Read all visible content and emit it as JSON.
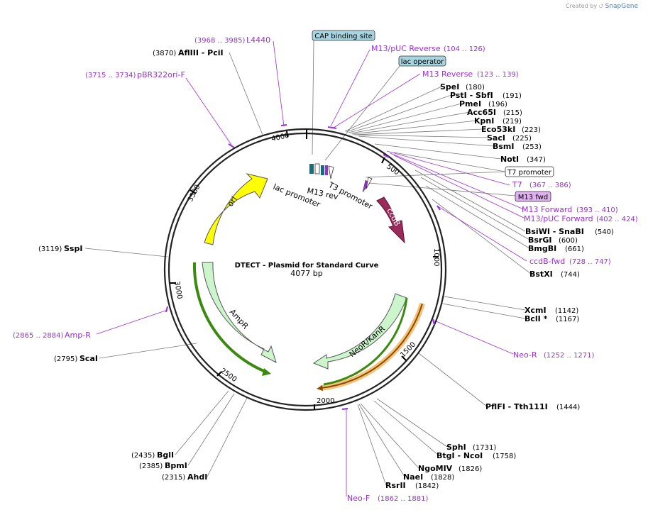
{
  "credit": {
    "created_by": "Created by",
    "brand": "SnapGene"
  },
  "plasmid": {
    "name": "DTECT - Plasmid for Standard Curve",
    "length": "4077 bp"
  },
  "ticks": [
    "500",
    "1000",
    "1500",
    "2000",
    "2500",
    "3000",
    "3500",
    "4000"
  ],
  "features": {
    "ori": "ori",
    "lac_promoter": "lac promoter",
    "m13_rev": "M13 rev",
    "t3_promoter": "T3 promoter",
    "ccdB": "ccdB",
    "ampR": "AmpR",
    "neoR": "NeoR/KanR"
  },
  "boxed": {
    "cap": "CAP binding site",
    "lac_operator": "lac operator",
    "t7_promoter": "T7 promoter",
    "m13_fwd": "M13 fwd"
  },
  "sites": [
    {
      "name": "SpeI",
      "pos": "(180)"
    },
    {
      "name": "PstI  - SbfI",
      "pos": "(191)"
    },
    {
      "name": "PmeI",
      "pos": "(196)"
    },
    {
      "name": "Acc65I",
      "pos": "(215)"
    },
    {
      "name": "KpnI",
      "pos": "(219)"
    },
    {
      "name": "Eco53kI",
      "pos": "(223)"
    },
    {
      "name": "SacI",
      "pos": "(225)"
    },
    {
      "name": "BsmI",
      "pos": "(253)"
    },
    {
      "name": "NotI",
      "pos": "(347)"
    },
    {
      "name": "BsiWI  - SnaBI",
      "pos": "(540)"
    },
    {
      "name": "BsrGI",
      "pos": "(600)"
    },
    {
      "name": "BmgBI",
      "pos": "(661)"
    },
    {
      "name": "BstXI",
      "pos": "(744)"
    },
    {
      "name": "XcmI",
      "pos": "(1142)"
    },
    {
      "name": "BclI *",
      "pos": "(1167)"
    },
    {
      "name": "PflFI  - Tth111I",
      "pos": "(1444)"
    },
    {
      "name": "SphI",
      "pos": "(1731)"
    },
    {
      "name": "BtgI  - NcoI",
      "pos": "(1758)"
    },
    {
      "name": "NgoMIV",
      "pos": "(1826)"
    },
    {
      "name": "NaeI",
      "pos": "(1828)"
    },
    {
      "name": "RsrII",
      "pos": "(1842)"
    },
    {
      "name": "AhdI",
      "pos": "(2315)"
    },
    {
      "name": "BpmI",
      "pos": "(2385)"
    },
    {
      "name": "BglI",
      "pos": "(2435)"
    },
    {
      "name": "ScaI",
      "pos": "(2795)"
    },
    {
      "name": "SspI",
      "pos": "(3119)"
    },
    {
      "name": "AflIII  - PciI",
      "pos": "(3870)"
    }
  ],
  "primers": [
    {
      "name": "M13/pUC Reverse",
      "pos": "(104 .. 126)"
    },
    {
      "name": "M13 Reverse",
      "pos": "(123 .. 139)"
    },
    {
      "name": "T7",
      "pos": "(367 .. 386)"
    },
    {
      "name": "M13 Forward",
      "pos": "(393 .. 410)"
    },
    {
      "name": "M13/pUC Forward",
      "pos": "(402 .. 424)"
    },
    {
      "name": "ccdB-fwd",
      "pos": "(728 .. 747)"
    },
    {
      "name": "Neo-R",
      "pos": "(1252 .. 1271)"
    },
    {
      "name": "Neo-F",
      "pos": "(1862 .. 1881)"
    },
    {
      "name": "Amp-R",
      "pos": "(2865 .. 2884)"
    },
    {
      "name": "pBR322ori-F",
      "pos": "(3715 .. 3734)"
    },
    {
      "name": "L4440",
      "pos": "(3968 .. 3985)"
    }
  ],
  "colors": {
    "backbone": "#222222",
    "primer": "#9a2fd6",
    "ori": "#ffff00",
    "ccdB": "#992a5a",
    "ampR": "#ccf5cc",
    "neoR": "#ccf5cc",
    "orf_green": "#3a8a10",
    "orf_orange": "#f4c27a",
    "boxed_fill": "#a8d4e0",
    "m13_fwd_fill": "#e0b0f0"
  }
}
